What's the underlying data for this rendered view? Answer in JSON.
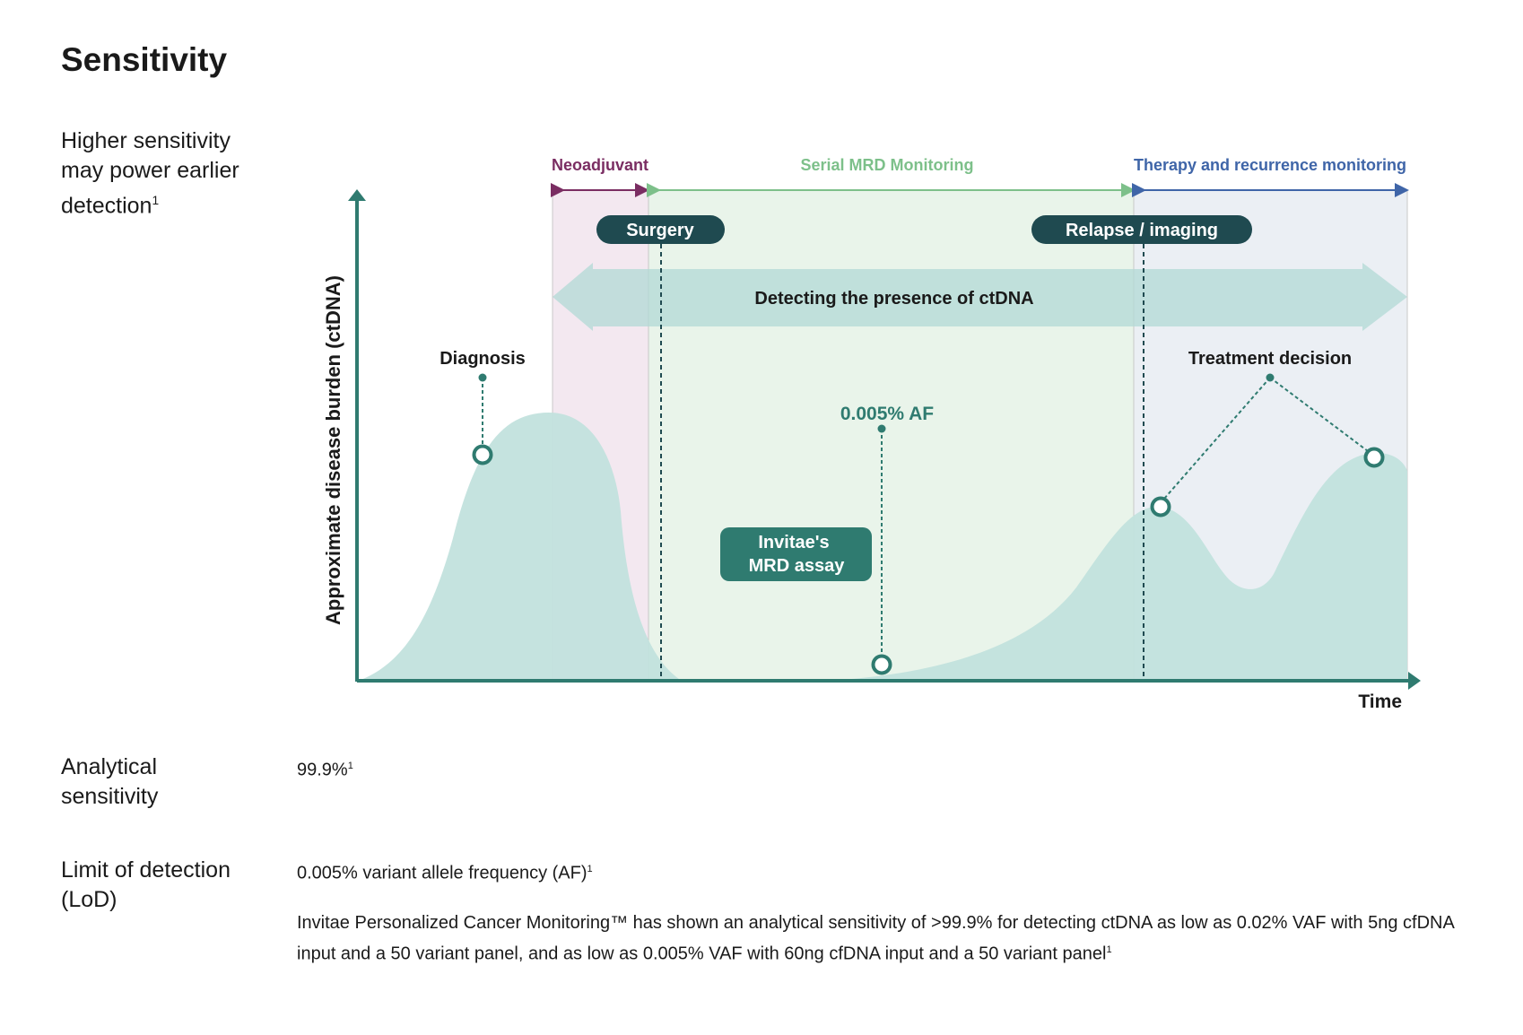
{
  "heading": "Sensitivity",
  "sections": {
    "higher": {
      "label": "Higher sensitivity may power earlier detection",
      "sup": "1"
    },
    "analytical": {
      "label": "Analytical sensitivity",
      "value": "99.9%",
      "sup": "1"
    },
    "lod": {
      "label": "Limit of detection (LoD)",
      "value": "0.005% variant allele frequency (AF)",
      "value_sup": "1",
      "note": "Invitae Personalized Cancer Monitoring™ has shown an analytical sensitivity of >99.9% for detecting ctDNA as low as 0.02% VAF with 5ng cfDNA input and a 50 variant panel, and as low as 0.005% VAF with 60ng cfDNA input and a 50 variant panel",
      "note_sup": "1"
    }
  },
  "diagram": {
    "y_axis_label": "Approximate disease burden (ctDNA)",
    "x_axis_label": "Time",
    "phases": {
      "neoadjuvant": "Neoadjuvant",
      "serial": "Serial MRD Monitoring",
      "therapy": "Therapy and recurrence monitoring"
    },
    "events": {
      "surgery": "Surgery",
      "relapse": "Relapse / imaging",
      "diagnosis": "Diagnosis",
      "treatment": "Treatment decision"
    },
    "band_label": "Detecting the presence of ctDNA",
    "af_label": "0.005% AF",
    "assay_label_line1": "Invitae's",
    "assay_label_line2": "MRD assay"
  },
  "colors": {
    "teal": "#2f7b70",
    "dark_teal": "#1f4a50",
    "curve_fill": "#c2e1dd",
    "neoadjuvant": "#7a2d62",
    "neoadjuvant_bg": "#f3e8f0",
    "serial": "#7dc08a",
    "serial_bg": "#e9f4ea",
    "therapy": "#3f65a8",
    "therapy_bg": "#ebeff4"
  }
}
